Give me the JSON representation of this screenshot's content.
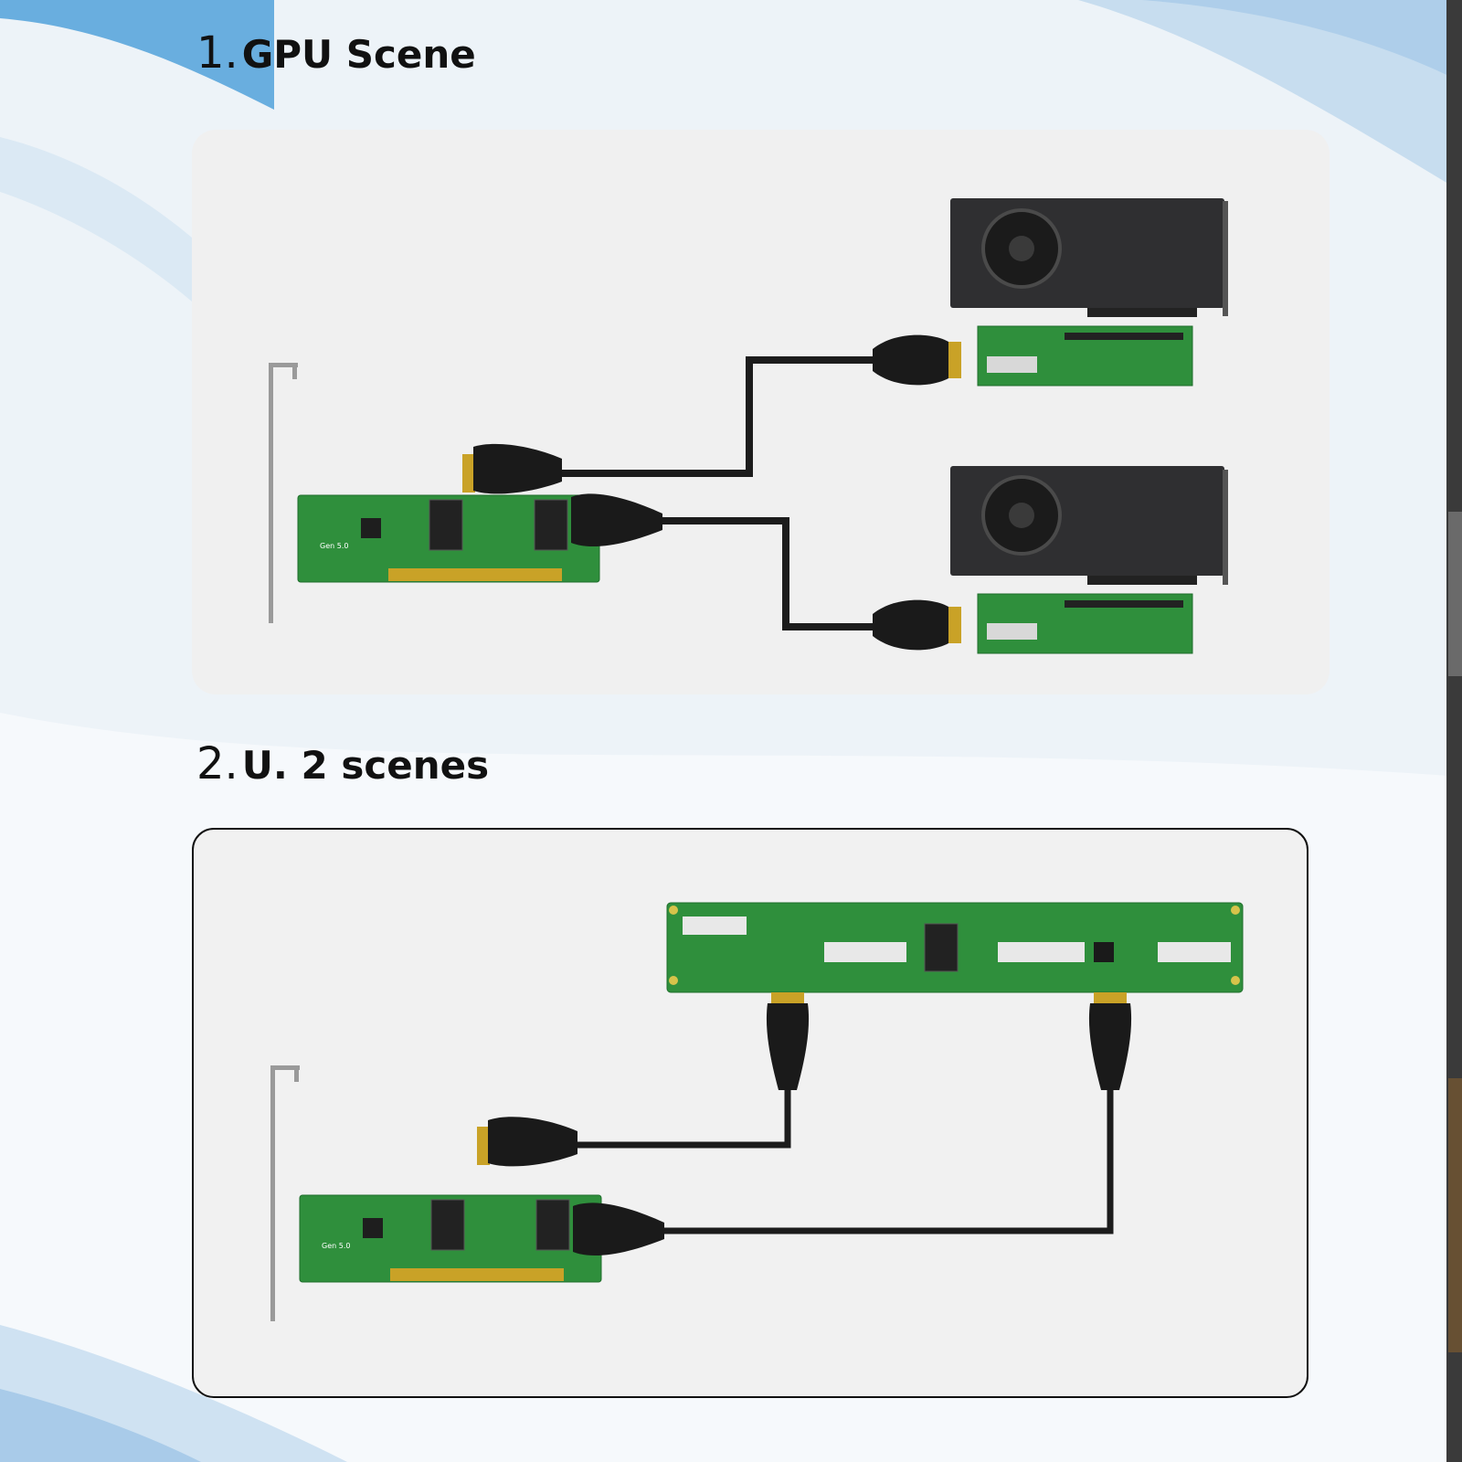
{
  "sections": [
    {
      "number": "1.",
      "title": "GPU Scene"
    },
    {
      "number": "2.",
      "title": "U. 2 scenes"
    }
  ],
  "card_label": "Gen 5.0",
  "colors": {
    "pcb_green": "#2f8f3c",
    "gold_finger": "#c9a227",
    "gpu_body": "#2f2f31",
    "cable": "#1c1c1c",
    "connector": "#1a1a1a",
    "panel_bg": "#f0f0f0"
  }
}
